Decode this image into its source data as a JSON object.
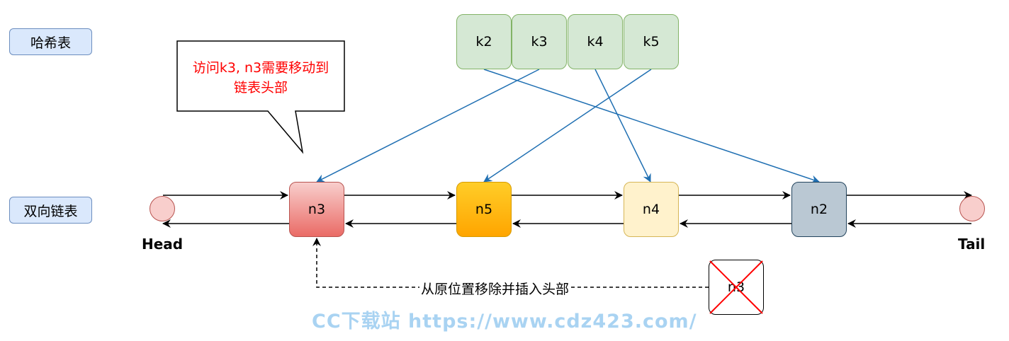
{
  "labels": {
    "hash_table": "哈希表",
    "linked_list": "双向链表",
    "head": "Head",
    "tail": "Tail"
  },
  "keys": [
    "k2",
    "k3",
    "k4",
    "k5"
  ],
  "nodes": [
    "n3",
    "n5",
    "n4",
    "n2"
  ],
  "callout": {
    "line1": "访问k3, n3需要移动到",
    "line2": "链表头部"
  },
  "removed_node": "n3",
  "move_label": "从原位置移除并插入头部",
  "watermark": "CC下载站 https://www.cdz423.com/",
  "colors": {
    "key_fill": "#d5e8d4",
    "key_border": "#82b366",
    "tag_fill": "#dae8fc",
    "tag_border": "#6c8ebf",
    "arrow_blue": "#1f6fb2",
    "callout_text": "#ff0000",
    "cross": "#ff0000"
  }
}
